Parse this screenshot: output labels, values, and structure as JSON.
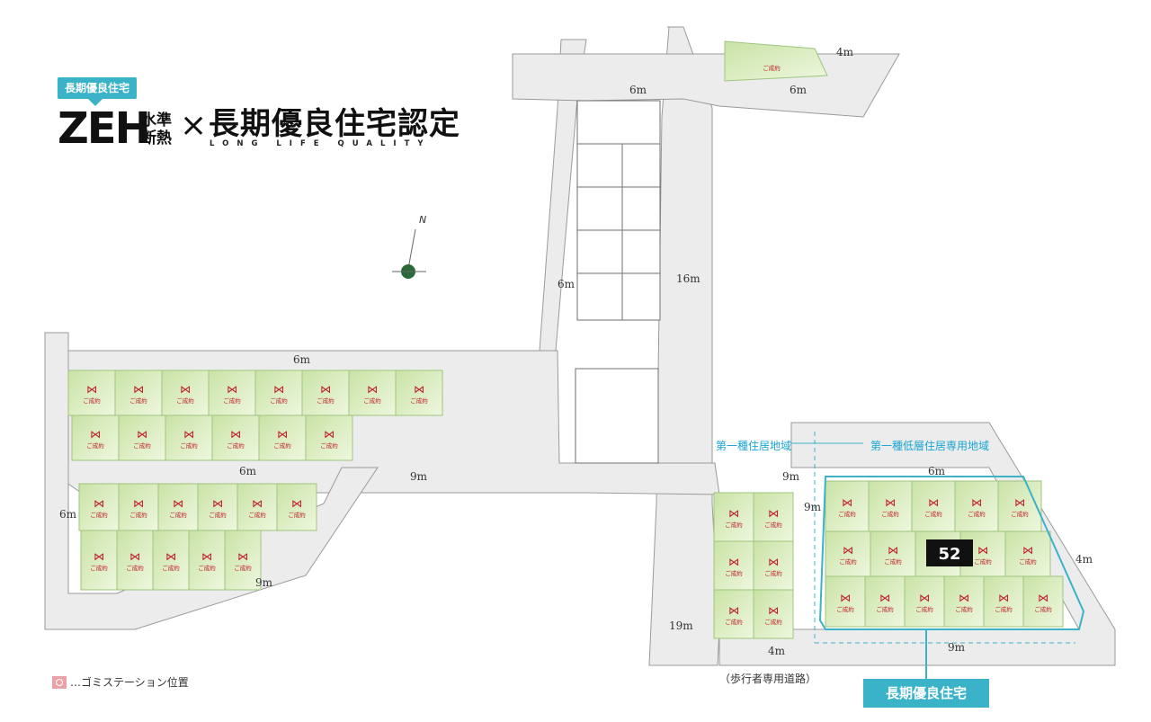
{
  "header": {
    "badge": "長期優良住宅",
    "zeh": "ZEH",
    "zeh_sub": "水準断熱",
    "cross": "×",
    "certification": "長期優良住宅認定",
    "certification_en": "LONG LIFE QUALITY"
  },
  "compass": {
    "north_label": "N"
  },
  "zones": {
    "left": "第一種住居地域",
    "right": "第一種低層住居専用地域"
  },
  "road_widths": [
    "6m",
    "6m",
    "4m",
    "6m",
    "16m",
    "6m",
    "6m",
    "9m",
    "6m",
    "9m",
    "9m",
    "9m",
    "6m",
    "4m",
    "9m",
    "19m",
    "4m"
  ],
  "lot_label": "ご成約",
  "available_lot_number": "52",
  "walkway": "（歩行者専用道路）",
  "legend": "…ゴミステーション位置",
  "callout": "長期優良住宅",
  "colors": {
    "lot_fill": "#d6ecb8",
    "lot_border": "#9fc57e",
    "road": "#ececec",
    "road_border": "#9a9a9a",
    "accent": "#3ab3c9",
    "sold_icon": "#c01a2a",
    "available_lot": "#111111"
  }
}
